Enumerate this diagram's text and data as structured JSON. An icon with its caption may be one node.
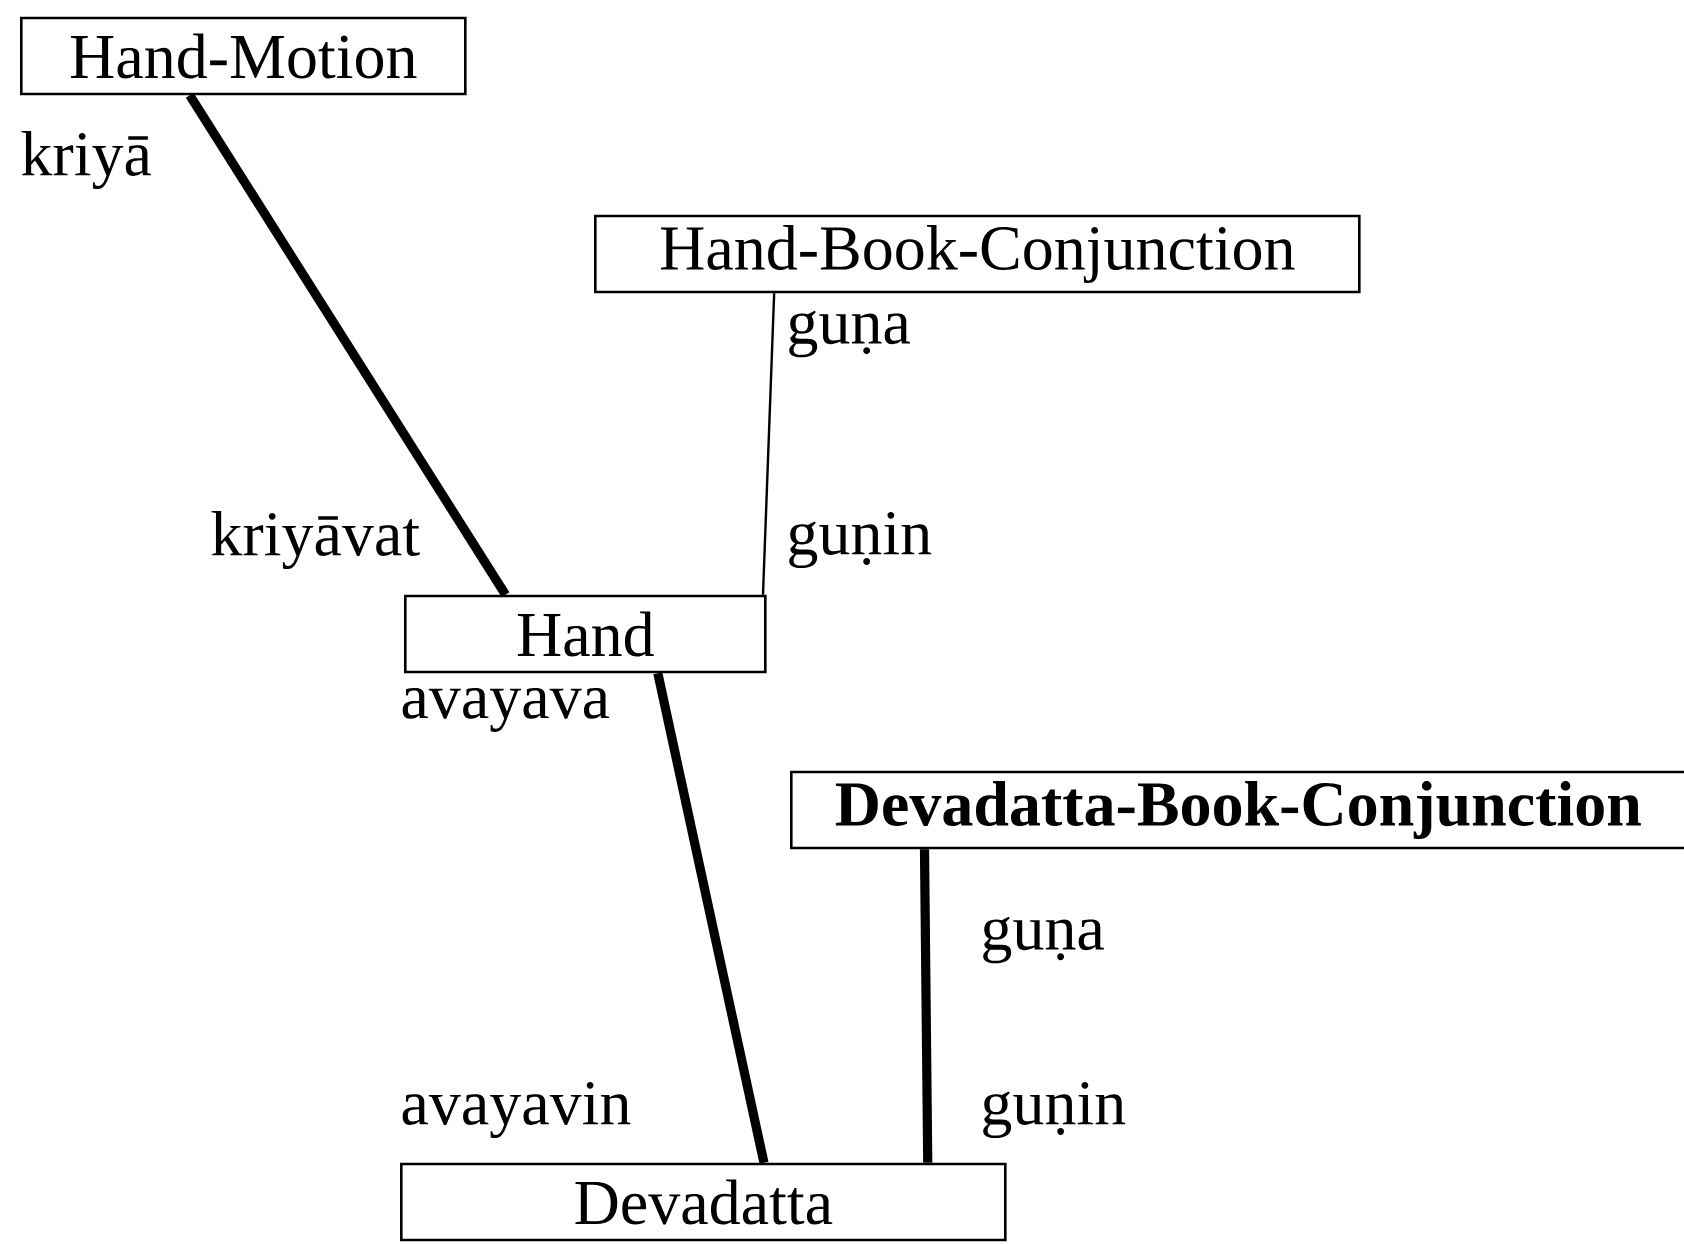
{
  "diagram": {
    "nodes": [
      {
        "text": [
          "Hand-Motion"
        ]
      },
      {
        "text": [
          "Hand-Book-Conjunction"
        ]
      },
      {
        "text": [
          "Hand"
        ]
      },
      {
        "text": [
          "Devadatta-Book-Conjunction"
        ]
      },
      {
        "text": [
          "Devadatta"
        ]
      }
    ],
    "edges": [
      {
        "from": 0,
        "to": 2,
        "arrow": "none"
      },
      {
        "from": 1,
        "to": 2,
        "arrow": "none"
      },
      {
        "from": 2,
        "to": 4,
        "arrow": "none"
      },
      {
        "from": 3,
        "to": 4,
        "arrow": "none"
      }
    ],
    "labels": [
      "kriyā",
      "guṇa",
      "kriyāvat",
      "guṇin",
      "avayava",
      "guṇa",
      "avayavin",
      "guṇin"
    ]
  }
}
